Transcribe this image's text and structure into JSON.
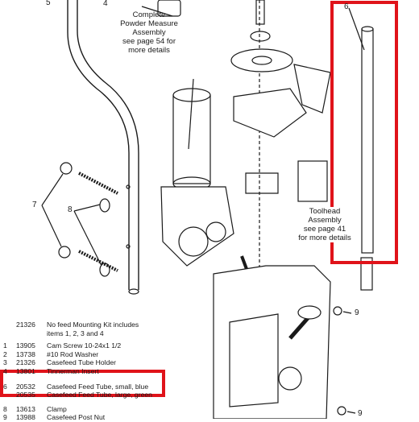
{
  "callouts": {
    "powder_measure": [
      "Complete",
      "Powder Measure",
      "Assembly",
      "see page 54 for",
      "more details"
    ],
    "toolhead": [
      "Toolhead",
      "Assembly",
      "see page 41",
      "for more details"
    ]
  },
  "labels": {
    "n5": "5",
    "n4": "4",
    "n6": "6",
    "n7": "7",
    "n8": "8",
    "n9a": "9",
    "n9b": "9"
  },
  "parts_list": [
    {
      "idx": "",
      "pn": "21326",
      "desc": "No feed Mounting Kit includes"
    },
    {
      "idx": "",
      "pn": "",
      "desc": "items 1, 2, 3 and 4"
    },
    {
      "idx": "1",
      "pn": "13905",
      "desc": "Cam Screw 10-24x1 1/2"
    },
    {
      "idx": "2",
      "pn": "13738",
      "desc": "#10 Rod Washer"
    },
    {
      "idx": "3",
      "pn": "21326",
      "desc": "Casefeed Tube Holder"
    },
    {
      "idx": "4",
      "pn": "13801",
      "desc": "Tinnerman Insert"
    },
    {
      "idx": "6",
      "pn": "20532",
      "desc": "Casefeed Feed Tube, small, blue"
    },
    {
      "idx": "",
      "pn": "20535",
      "desc": "Casefeed Feed Tube, large, green"
    },
    {
      "idx": "8",
      "pn": "13613",
      "desc": "Clamp"
    },
    {
      "idx": "9",
      "pn": "13988",
      "desc": "Casefeed Post Nut"
    }
  ],
  "colors": {
    "highlight": "#e0131a",
    "line": "#1a1a1a"
  }
}
